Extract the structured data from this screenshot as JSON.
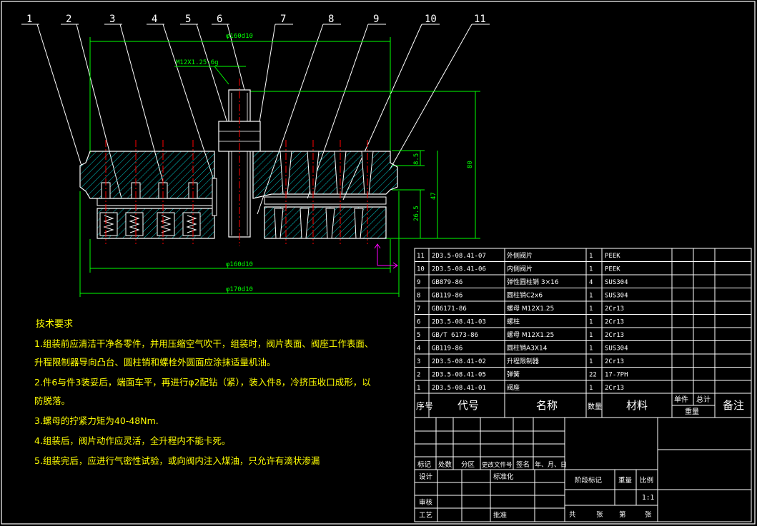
{
  "callouts": [
    "1",
    "2",
    "3",
    "4",
    "5",
    "6",
    "7",
    "8",
    "9",
    "10",
    "11"
  ],
  "dimensions": {
    "top_dia": "φ160d10",
    "thread": "M12X1.25-6g",
    "height_total": "80",
    "height_top": "8.5",
    "height_mid": "47",
    "height_low": "26.5",
    "bottom_dia": "φ160d10",
    "overall_dia": "φ170d10"
  },
  "tech": {
    "title": "技术要求",
    "lines": [
      "1.组装前应清洁干净各零件，并用压缩空气吹干，组装时，阀片表面、阀座工作表面、",
      "升程限制器导向凸台、圆柱销和螺栓外圆面应涂抹适量机油。",
      "2.件6与件3装妥后，端面车平，再进行φ2配钻（紧），装入件8，冷挤压收口成形，以",
      "防脱落。",
      "3.螺母的拧紧力矩为40-48Nm.",
      "4.组装后，阀片动作应灵活，全升程内不能卡死。",
      "5.组装完后，应进行气密性试验，或向阀内注入煤油，只允许有滴状渗漏"
    ]
  },
  "bom": [
    {
      "no": "11",
      "code": "2D3.5-08.41-07",
      "name": "外侧阀片",
      "qty": "1",
      "mat": "PEEK"
    },
    {
      "no": "10",
      "code": "2D3.5-08.41-06",
      "name": "内侧阀片",
      "qty": "1",
      "mat": "PEEK"
    },
    {
      "no": "9",
      "code": "GB879-86",
      "name": "弹性圆柱销 3×16",
      "qty": "4",
      "mat": "SUS304"
    },
    {
      "no": "8",
      "code": "GB119-86",
      "name": "圆柱销C2x6",
      "qty": "1",
      "mat": "SUS304"
    },
    {
      "no": "7",
      "code": "GB6171-86",
      "name": "螺母 M12X1.25",
      "qty": "1",
      "mat": "2Cr13"
    },
    {
      "no": "6",
      "code": "2D3.5-08.41-03",
      "name": "螺柱",
      "qty": "1",
      "mat": "2Cr13"
    },
    {
      "no": "5",
      "code": "GB/T 6173-86",
      "name": "螺母 M12X1.25",
      "qty": "1",
      "mat": "2Cr13"
    },
    {
      "no": "4",
      "code": "GB119-86",
      "name": "圆柱销A3X14",
      "qty": "1",
      "mat": "SUS304"
    },
    {
      "no": "3",
      "code": "2D3.5-08.41-02",
      "name": "升程限制器",
      "qty": "1",
      "mat": "2Cr13"
    },
    {
      "no": "2",
      "code": "2D3.5-08.41-05",
      "name": "弹簧",
      "qty": "22",
      "mat": "17-7PH"
    },
    {
      "no": "1",
      "code": "2D3.5-08.41-01",
      "name": "阀座",
      "qty": "1",
      "mat": "2Cr13"
    }
  ],
  "bom_header": {
    "no": "序号",
    "code": "代号",
    "name": "名称",
    "qty": "数量",
    "mat": "材料",
    "unit": "单件",
    "total": "总计",
    "weight": "重量",
    "remark": "备注"
  },
  "title_block": {
    "mark": "标记",
    "count": "处数",
    "zone": "分区",
    "doc": "更改文件号",
    "sign": "签名",
    "date": "年、月、日",
    "design": "设计",
    "std": "标准化",
    "review": "审核",
    "process": "工艺",
    "approve": "批准",
    "stage": "阶段标记",
    "weight": "重量",
    "scale": "比例",
    "scale_val": "1:1",
    "total": "共",
    "sheets": "张",
    "page": "第",
    "page_unit": "张"
  },
  "colors": {
    "line": "#ffffff",
    "dim": "#00ff00",
    "center": "#ff0000",
    "hatch": "#00c8c8",
    "ucs": "#ff00ff",
    "text": "#ffff00"
  }
}
